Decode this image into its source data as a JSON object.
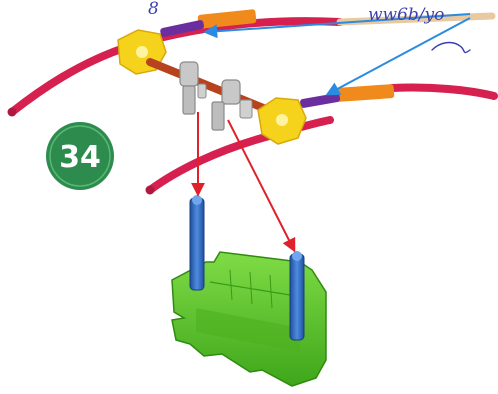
{
  "step": {
    "number": "34",
    "badge_color": "#2e8b4e"
  },
  "handwriting": {
    "top_left": "8",
    "top_right": "ww6b/yo",
    "ink_color": "#3a3fb0"
  },
  "parts": {
    "rod_color": "#d6204f",
    "connector_color": "#f5d21c",
    "orange_piece_color": "#f08a1c",
    "purple_piece_color": "#6a2e9e",
    "gray_clip_color": "#b8b8b8",
    "blue_rod_color": "#2f6fc9",
    "green_seat_color": "#5bc62a",
    "axle_color": "#b8421e"
  },
  "arrows": {
    "red_color": "#e0202a",
    "blue_color": "#2a8be0"
  }
}
